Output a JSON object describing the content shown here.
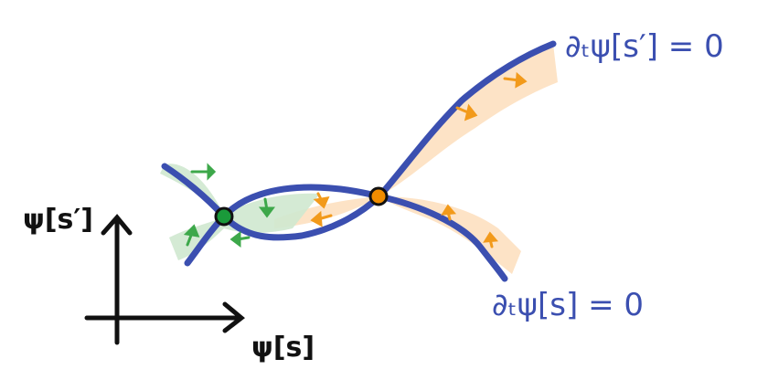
{
  "diagram": {
    "nullcline_top_label": "∂ₜψ[s′] = 0",
    "nullcline_bottom_label": "∂ₜψ[s] = 0",
    "x_axis_label": "ψ[s]",
    "y_axis_label": "ψ[s′]"
  },
  "colors": {
    "nullcline": "#3b4fb0",
    "stable_point": "#1a9a3a",
    "saddle_point": "#f08c00",
    "green_region": "#cfe8cf",
    "orange_region": "#fde0c0",
    "green_arrow": "#3da84a",
    "orange_arrow": "#f29a1b",
    "axis": "#111111"
  }
}
